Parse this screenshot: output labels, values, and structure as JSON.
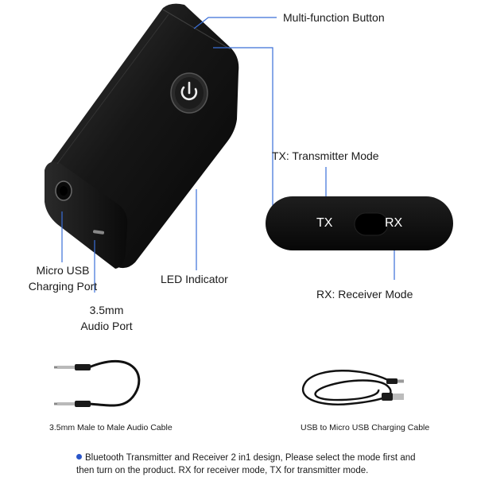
{
  "labels": {
    "multi_function_button": "Multi-function Button",
    "tx_mode": "TX: Transmitter Mode",
    "rx_mode": "RX: Receiver Mode",
    "micro_usb_line1": "Micro USB",
    "micro_usb_line2": "Charging Port",
    "led_indicator": "LED Indicator",
    "audio_port_line1": "3.5mm",
    "audio_port_line2": "Audio Port"
  },
  "switch": {
    "tx": "TX",
    "rx": "RX"
  },
  "captions": {
    "audio_cable": "3.5mm Male to Male Audio Cable",
    "usb_cable": "USB to  Micro USB Charging Cable"
  },
  "note": {
    "line1": "Bluetooth Transmitter and Receiver 2 in1 design, Please select the mode first and",
    "line2": "then turn on the product. RX for receiver mode, TX for transmitter mode."
  },
  "colors": {
    "leader": "#3a6fd8",
    "device": "#141414",
    "bullet": "#2a55c9"
  }
}
